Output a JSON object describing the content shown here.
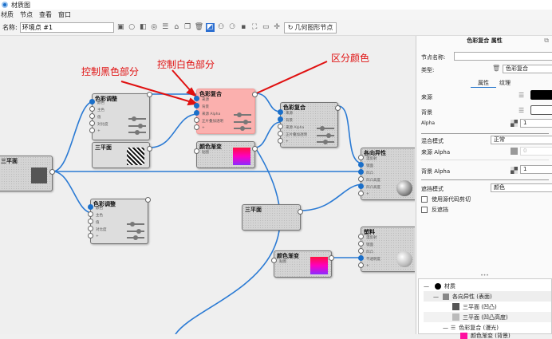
{
  "window": {
    "title": "材质图"
  },
  "menu": [
    "材质",
    "节点",
    "查看",
    "窗口"
  ],
  "toolbar": {
    "name_label": "名称:",
    "name_value": "环境点 #1",
    "geometry_button": "几何图形节点"
  },
  "annotations": {
    "black": "控制黑色部分",
    "white": "控制白色部分",
    "color": "区分颜色"
  },
  "nodes": {
    "tri_left": {
      "title": "三平面"
    },
    "adj1": {
      "title": "色彩调整",
      "ports": [
        "颜色",
        "主色",
        "值",
        "对比度",
        "+"
      ]
    },
    "tri2": {
      "title": "三平面"
    },
    "adj2": {
      "title": "色彩调整",
      "ports": [
        "颜色",
        "主色",
        "值",
        "对比度",
        "+"
      ]
    },
    "comp1": {
      "title": "色彩复合",
      "ports": [
        "来源",
        "背景",
        "来源 Alpha",
        "正片叠加透明",
        "+"
      ]
    },
    "grad1": {
      "title": "颜色渐变",
      "ports": [
        "贴图"
      ]
    },
    "comp2": {
      "title": "色彩复合",
      "ports": [
        "来源",
        "背景",
        "来源 Alpha",
        "正片叠加透明",
        "+"
      ]
    },
    "aniso": {
      "title": "各向异性",
      "ports": [
        "漫反射",
        "镜面",
        "凹凸",
        "凹凸高度",
        "凹凸高度",
        "+"
      ]
    },
    "tri3": {
      "title": "三平面"
    },
    "grad2": {
      "title": "颜色渐变",
      "ports": [
        "贴图"
      ]
    },
    "plastic": {
      "title": "塑料",
      "ports": [
        "漫反射",
        "镜面",
        "凹凸",
        "不透明度",
        "+"
      ]
    }
  },
  "panel": {
    "title": "色彩复合 属性",
    "node_name_label": "节点名称:",
    "node_name_value": "",
    "type_label": "类型:",
    "type_value": "色彩复合",
    "tabs": [
      "属性",
      "纹理"
    ],
    "source_label": "来源",
    "background_label": "背景",
    "alpha_label": "Alpha",
    "alpha_value": "1",
    "blend_label": "混合模式",
    "blend_value": "正常",
    "src_alpha_label": "来源 Alpha",
    "src_alpha_value": "0",
    "bg_alpha_label": "背景 Alpha",
    "bg_alpha_value": "1",
    "mask_label": "遮挡模式",
    "mask_value": "颜色",
    "use_src_clip": "使用源代码剪切",
    "invert_mask": "反遮挡",
    "more": "•••",
    "tree": [
      "材质",
      "各向异性 (表面)",
      "三平面 (凹凸)",
      "三平面 (凹凸高度)",
      "色彩复合 (漫光)",
      "颜色渐变 (背景)"
    ]
  },
  "colors": {
    "accent": "#1a6fc9",
    "annotation": "#e01010",
    "selected_node": "#fbb0ae"
  }
}
